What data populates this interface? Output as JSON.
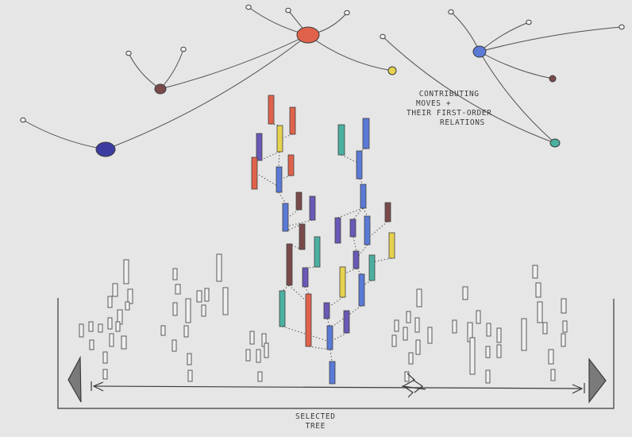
{
  "annotations": {
    "moves_line1": "Contributing",
    "moves_line2": "moves +",
    "moves_line3": "their first-order",
    "moves_line4": "relations",
    "tree_line1": "Selected",
    "tree_line2": "tree"
  },
  "colors": {
    "background": "#e6e6e6",
    "ink": "#4a4a4a",
    "red": "#e0624a",
    "maroon": "#7a4a4a",
    "blue": "#5a7ad6",
    "navy": "#3c3ca0",
    "yellow": "#e6d24e",
    "teal": "#4cb0a0",
    "purple": "#6a58b6"
  },
  "icons": {
    "left_arrow": "left-triangle-icon",
    "right_arrow": "right-triangle-icon",
    "break_marker": "zigzag-break-icon"
  }
}
